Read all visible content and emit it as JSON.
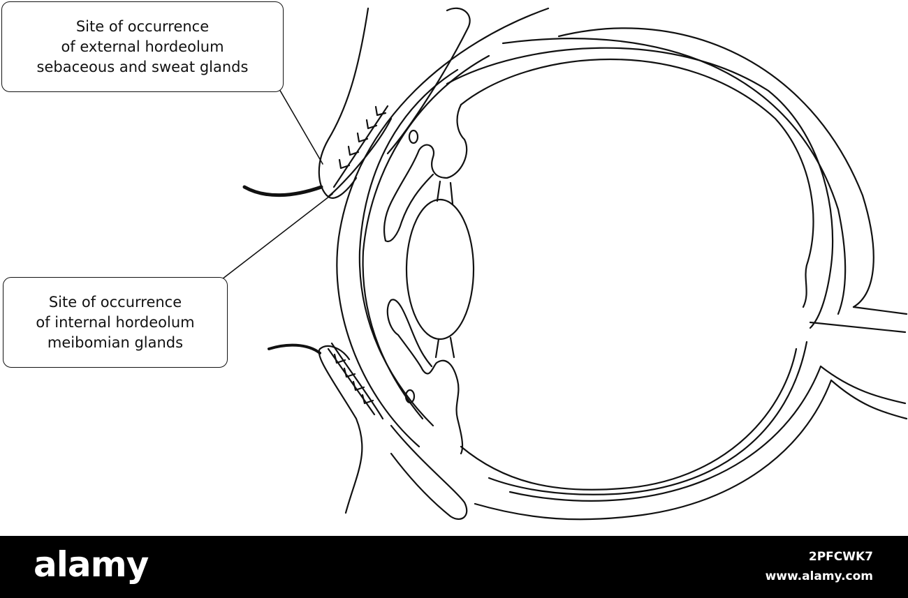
{
  "callouts": {
    "external": {
      "line1": "Site of occurrence",
      "line2": "of external hordeolum",
      "line3": "sebaceous and sweat glands"
    },
    "internal": {
      "line1": "Site of occurrence",
      "line2": "of internal hordeolum",
      "line3": "meibomian glands"
    }
  },
  "footer": {
    "brand": "alamy",
    "image_id": "2PFCWK7",
    "site": "www.alamy.com"
  },
  "colors": {
    "line": "#111111",
    "footer_bg": "#000000",
    "footer_text": "#ffffff"
  }
}
